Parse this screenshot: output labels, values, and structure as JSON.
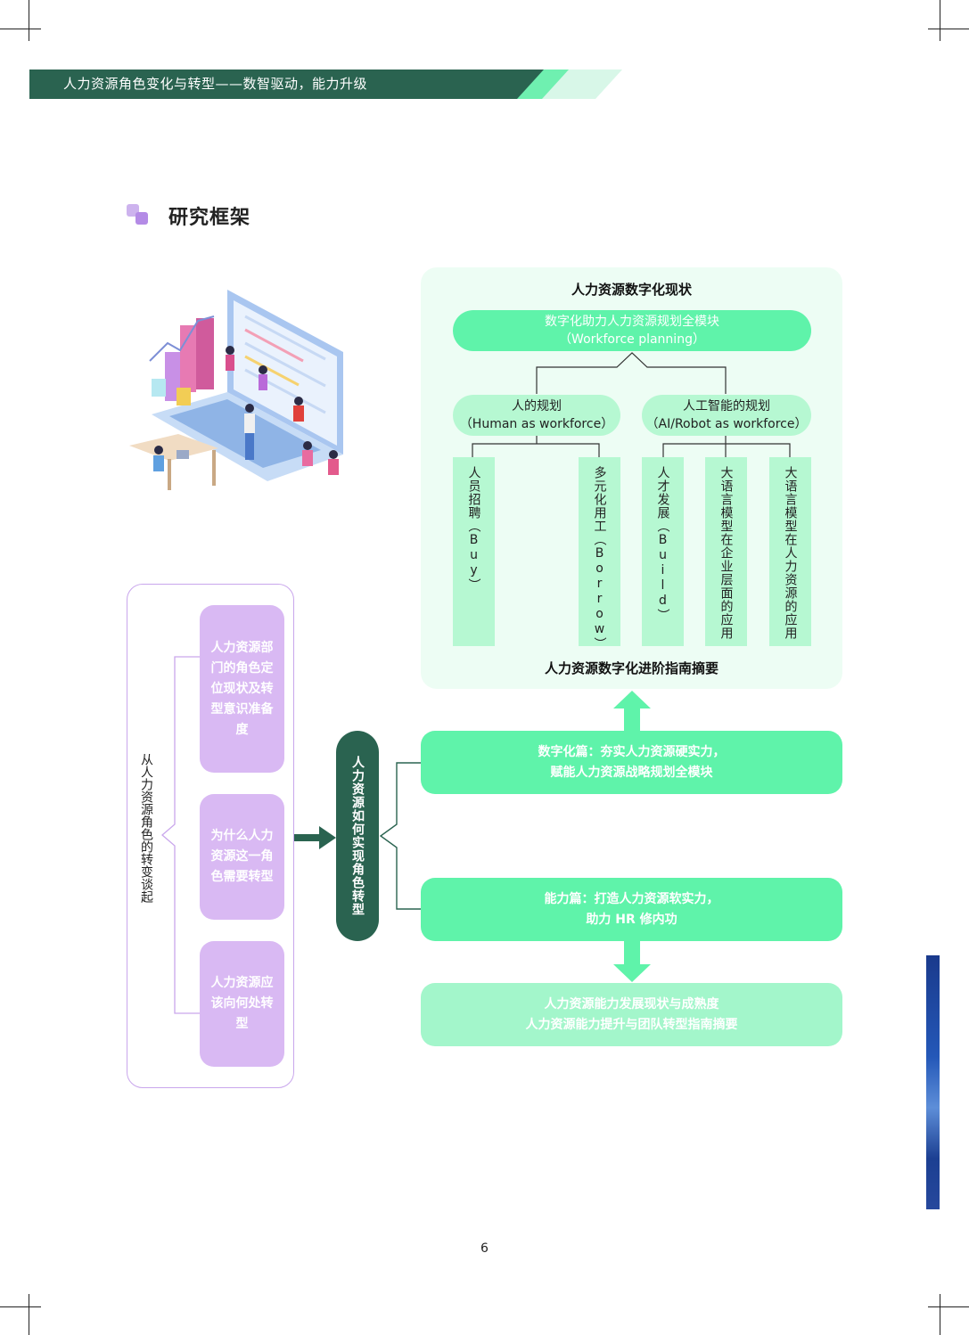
{
  "header": {
    "title": "人力资源角色变化与转型——数智驱动，能力升级"
  },
  "section": {
    "title": "研究框架"
  },
  "panel": {
    "title": "人力资源数字化现状",
    "top": {
      "line1": "数字化助力人力资源规划全模块",
      "line2": "（Workforce planning）"
    },
    "human": {
      "line1": "人的规划",
      "line2": "（Human as workforce）"
    },
    "ai": {
      "line1": "人工智能的规划",
      "line2": "（AI/Robot as workforce）"
    },
    "columns": [
      "人员招聘（Buy）",
      "多元化用工（Borrow）",
      "人才发展（Build）",
      "大语言模型在企业层面的应用",
      "大语言模型在人力资源的应用"
    ],
    "footer": "人力资源数字化进阶指南摘要"
  },
  "left": {
    "vertical_label": "从人力资源角色的转变谈起",
    "cards": [
      "人力资源部门的角色定位现状及转型意识准备度",
      "为什么人力资源这一角色需要转型",
      "人力资源应该向何处转型"
    ]
  },
  "center": {
    "label": "人力资源如何实现角色转型"
  },
  "digital_card": {
    "line1": "数字化篇：夯实人力资源硬实力，",
    "line2": "赋能人力资源战略规划全模块"
  },
  "ability_card": {
    "line1": "能力篇：打造人力资源软实力，",
    "line2": "助力 HR 修内功"
  },
  "bottom_card": {
    "line1": "人力资源能力发展现状与成熟度",
    "line2": "人力资源能力提升与团队转型指南摘要"
  },
  "page_number": "6",
  "colors": {
    "dark_green": "#2a6350",
    "mint": "#5ff3aa",
    "mint_light": "#b6f8d2",
    "mint_pale": "#edfdf4",
    "purple": "#d9b9f3"
  }
}
